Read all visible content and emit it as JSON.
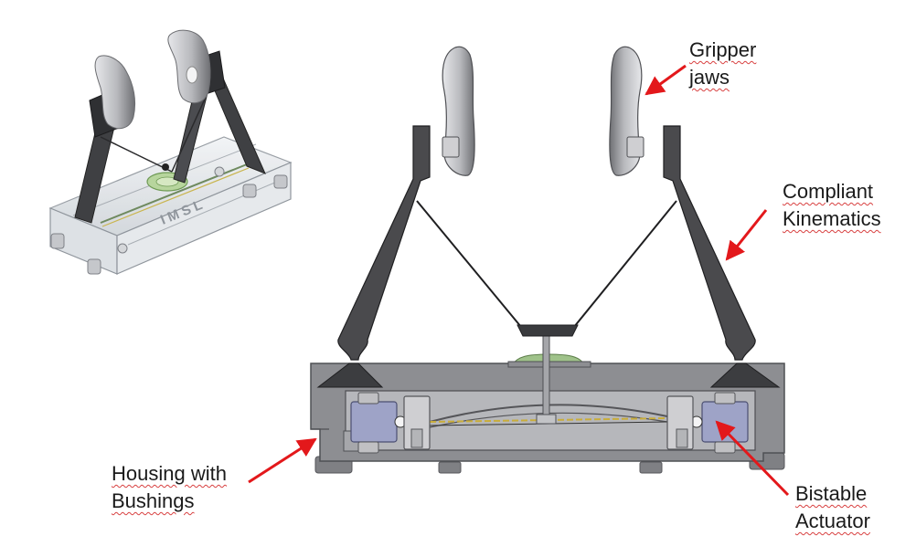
{
  "labels": {
    "gripper_jaws": [
      "Gripper",
      "jaws"
    ],
    "compliant_kinematics": [
      "Compliant",
      "Kinematics"
    ],
    "housing": [
      "Housing with",
      "Bushings"
    ],
    "actuator": [
      "Bistable",
      "Actuator"
    ]
  },
  "logo_text": "IMSL",
  "colors": {
    "arrow": "#e3181b",
    "link": "#4a4a4d",
    "housing": "#8e8f93",
    "housing_dark": "#5a5b5f",
    "jaw": "#c9cacd",
    "actuator_block": "#9ea3c7",
    "spacer": "#c0c0c3",
    "membrane": "#9fc28a"
  },
  "icons": {
    "iso_view": "gripper-isometric-render",
    "section_view": "gripper-section-render"
  }
}
